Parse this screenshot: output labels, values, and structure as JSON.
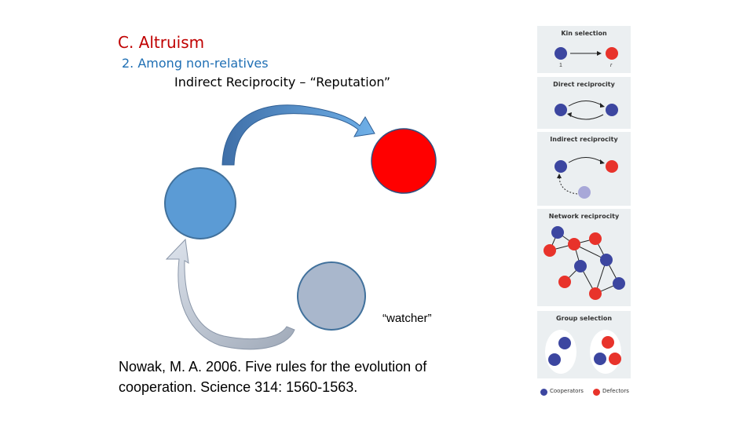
{
  "slide": {
    "title": "C. Altruism",
    "subtitle": "2. Among non-relatives",
    "topic": "Indirect Reciprocity – “Reputation”",
    "watcher_label": "“watcher”",
    "citation": "Nowak, M. A. 2006. Five rules for the evolution of cooperation. Science 314: 1560-1563."
  },
  "colors": {
    "cooperator": "#3c46a0",
    "defector": "#e8332b",
    "watcher_faded": "#a8a8d8",
    "big_blue": "#5b9bd5",
    "big_red": "#ff0000",
    "big_gray": "#a9b7cc"
  },
  "panels": [
    {
      "title": "Kin selection",
      "labels": [
        "1",
        "r"
      ]
    },
    {
      "title": "Direct reciprocity"
    },
    {
      "title": "Indirect reciprocity"
    },
    {
      "title": "Network reciprocity"
    },
    {
      "title": "Group selection"
    }
  ],
  "legend": {
    "cooperators": "Cooperators",
    "defectors": "Defectors"
  }
}
